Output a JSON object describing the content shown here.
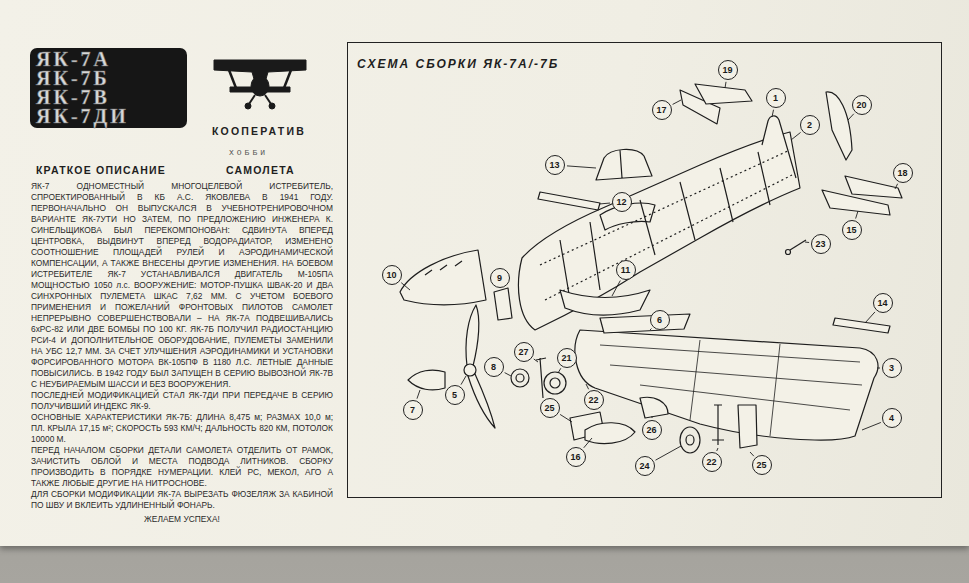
{
  "diagram": {
    "nodes": [
      {
        "text": [
          "ЯК-7А",
          "ЯК-7Б",
          "ЯК-7В",
          "ЯК-7ДИ"
        ]
      },
      {
        "text": [
          "СХЕМА СБОРКИ ЯК-7А/-7Б"
        ]
      },
      {
        "text": [
          "19"
        ],
        "in": 1
      },
      {
        "text": [
          "1"
        ],
        "in": 1
      },
      {
        "text": [
          "20"
        ],
        "in": 1
      },
      {
        "text": [
          "17"
        ],
        "in": 1
      },
      {
        "text": [
          "2"
        ],
        "in": 1
      },
      {
        "text": [
          "13"
        ],
        "in": 1
      },
      {
        "text": [
          "18"
        ],
        "in": 1
      },
      {
        "text": [
          "12"
        ],
        "in": 1
      },
      {
        "text": [
          "15"
        ],
        "in": 1
      },
      {
        "text": [
          "23"
        ],
        "in": 1
      },
      {
        "text": [
          "11"
        ],
        "in": 1
      },
      {
        "text": [
          "10"
        ],
        "in": 1
      },
      {
        "text": [
          "9"
        ],
        "in": 1
      },
      {
        "text": [
          "14"
        ],
        "in": 1
      },
      {
        "text": [
          "6"
        ],
        "in": 1
      },
      {
        "text": [
          "27"
        ],
        "in": 1
      },
      {
        "text": [
          "21"
        ],
        "in": 1
      },
      {
        "text": [
          "8"
        ],
        "in": 1
      },
      {
        "text": [
          "3"
        ],
        "in": 1
      },
      {
        "text": [
          "5"
        ],
        "in": 1
      },
      {
        "text": [
          "22"
        ],
        "in": 1
      },
      {
        "text": [
          "25"
        ],
        "in": 1
      },
      {
        "text": [
          "7"
        ],
        "in": 1
      },
      {
        "text": [
          "4"
        ],
        "in": 1
      },
      {
        "text": [
          "26"
        ],
        "in": 1
      },
      {
        "text": [
          "16"
        ],
        "in": 1
      },
      {
        "text": [
          "22"
        ],
        "in": 1
      },
      {
        "text": [
          "25"
        ],
        "in": 1
      },
      {
        "text": [
          "24"
        ],
        "in": 1
      }
    ],
    "labels": [
      "КООПЕРАТИВ",
      "ХОББИ",
      "КРАТКОЕ ОПИСАНИЕ",
      "САМОЛЕТА",
      "ЯК-7 ОДНОМЕСТНЫЙ МНОГОЦЕЛЕВОЙ ИСТРЕБИТЕЛЬ, СПРОЕКТИРОВАННЫЙ В КБ А.С. ЯКОВЛЕВА В 1941 ГОДУ. ПЕРВОНАЧАЛЬНО ОН ВЫПУСКАЛСЯ В УЧЕБНОТРЕНИРОВОЧНОМ ВАРИАНТЕ ЯК-7УТИ НО ЗАТЕМ, ПО ПРЕДЛОЖЕНИЮ ИНЖЕНЕРА К. СИНЕЛЬЩИКОВА БЫЛ ПЕРЕКОМПОНОВАН: СДВИНУТА ВПЕРЕД ЦЕНТРОВКА, ВЫДВИНУТ ВПЕРЕД ВОДОРАДИАТОР, ИЗМЕНЕНО СООТНОШЕНИЕ ПЛОЩАДЕЙ РУЛЕЙ И АЭРОДИНАМИЧЕСКОЙ КОМПЕНСАЦИИ, А ТАКЖЕ ВНЕСЕНЫ ДРУГИЕ ИЗМЕНЕНИЯ. НА БОЕВОМ ИСТРЕБИТЕЛЕ ЯК-7 УСТАНАВЛИВАЛСЯ ДВИГАТЕЛЬ М-105ПА МОЩНОСТЬЮ 1050 л.с. ВООРУЖЕНИЕ: МОТОР-ПУШКА ШВАК-20 И ДВА СИНХРОННЫХ ПУЛЕМЕТА ШКАС 7,62 ММ. С УЧЕТОМ БОЕВОГО ПРИМЕНЕНИЯ И ПОЖЕЛАНИЙ ФРОНТОВЫХ ПИЛОТОВ САМОЛЕТ НЕПРЕРЫВНО СОВЕРШЕНСТВОВАЛИ – НА ЯК-7А ПОДВЕШИВАЛИСЬ 6хРС-82 ИЛИ ДВЕ БОМБЫ ПО 100 КГ. ЯК-7Б ПОЛУЧИЛ РАДИОСТАНЦИЮ РСИ-4 И ДОПОЛНИТЕЛЬНОЕ ОБОРУДОВАНИЕ, ПУЛЕМЕТЫ ЗАМЕНИЛИ НА УБС 12,7 ММ. ЗА СЧЕТ УЛУЧШЕНИЯ АЭРОДИНАМИКИ И УСТАНОВКИ ФОРСИРОВАННОГО МОТОРА ВК-105ПФ В 1180 Л.С. ЛЕТНЫЕ ДАННЫЕ ПОВЫСИЛИСЬ. В 1942 ГОДУ БЫЛ ЗАПУЩЕН В СЕРИЮ ВЫВОЗНОЙ ЯК-7В С НЕУБИРАЕМЫМ ШАССИ И БЕЗ ВООРУЖЕНИЯ.",
      "ПОСЛЕДНЕЙ МОДИФИКАЦИЕЙ СТАЛ ЯК-7ДИ ПРИ ПЕРЕДАЧЕ В СЕРИЮ ПОЛУЧИВШИЙ ИНДЕКС ЯК-9.",
      "ОСНОВНЫЕ ХАРАКТЕРИСТИКИ ЯК-7Б: ДЛИНА 8,475 м; РАЗМАХ 10,0 м; ПЛ. КРЫЛА 17,15 м²; СКОРОСТЬ 593 КМ/Ч; ДАЛЬНОСТЬ 820 КМ, ПОТОЛОК 10000 М.",
      "ПЕРЕД НАЧАЛОМ СБОРКИ ДЕТАЛИ САМОЛЕТА ОТДЕЛИТЬ ОТ РАМОК, ЗАЧИСТИТЬ ОБЛОЙ И МЕСТА ПОДВОДА ЛИТНИКОВ. СБОРКУ ПРОИЗВОДИТЬ В ПОРЯДКЕ НУМЕРАЦИИ. КЛЕЙ РС, МЕКОЛ, АГО А ТАКЖЕ ЛЮБЫЕ ДРУГИЕ НА НИТРОСНОВЕ.",
      "ДЛЯ СБОРКИ МОДИФИКАЦИИ ЯК-7А ВЫРЕЗАТЬ ФЮЗЕЛЯЖ ЗА КАБИНОЙ ПО ШВУ И ВКЛЕИТЬ УДЛИНЕННЫЙ ФОНАРЬ.",
      "ЖЕЛАЕМ УСПЕХА!"
    ]
  }
}
